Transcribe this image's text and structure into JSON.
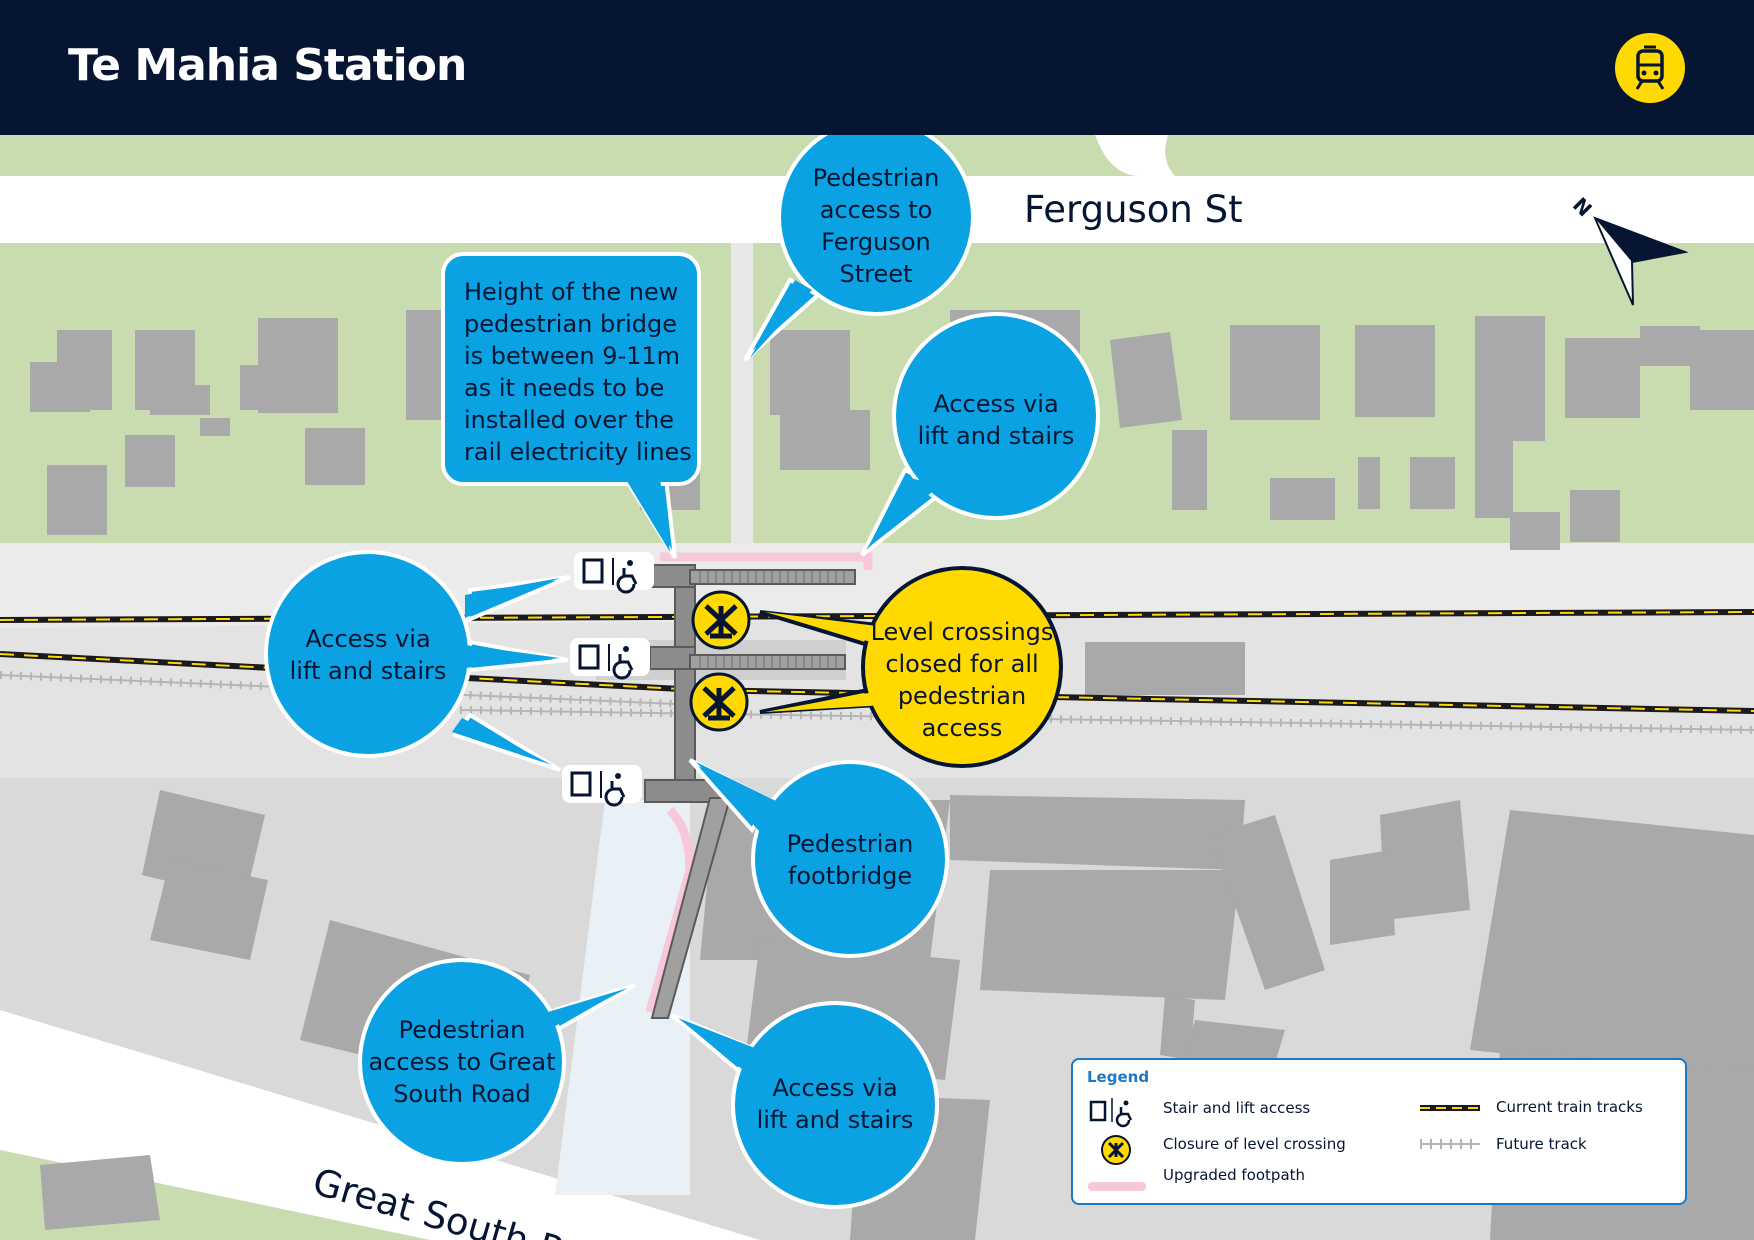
{
  "header": {
    "title": "Te Mahia Station",
    "icon": "train-icon"
  },
  "streets": {
    "north": "Ferguson St",
    "south": "Great South Road"
  },
  "callouts": {
    "ferguson_access": "Pedestrian access to Ferguson Street",
    "bridge_height": "Height of the new pedestrian bridge is between 9-11m as it needs to be installed over the rail electricity lines",
    "access_lift_stairs_north": "Access via lift and stairs",
    "access_lift_stairs_west": "Access via lift and stairs",
    "level_crossings": "Level crossings closed for all pedestrian access",
    "footbridge": "Pedestrian footbridge",
    "gsr_access": "Pedestrian access to Great South Road",
    "access_lift_stairs_south": "Access via lift and stairs"
  },
  "callout_lines": {
    "ferguson_access": [
      "Pedestrian",
      "access to",
      "Ferguson",
      "Street"
    ],
    "bridge_height": [
      "Height of the new",
      "pedestrian bridge",
      "is between 9-11m",
      "as it needs to be",
      "installed over the",
      "rail electricity lines"
    ],
    "access_lift_stairs_north": [
      "Access via",
      "lift and stairs"
    ],
    "access_lift_stairs_west": [
      "Access via",
      "lift and stairs"
    ],
    "level_crossings": [
      "Level crossings",
      "closed for all",
      "pedestrian",
      "access"
    ],
    "footbridge": [
      "Pedestrian",
      "footbridge"
    ],
    "gsr_access": [
      "Pedestrian",
      "access to Great",
      "South Road"
    ],
    "access_lift_stairs_south": [
      "Access via",
      "lift and stairs"
    ]
  },
  "legend": {
    "title": "Legend",
    "items": [
      {
        "label": "Stair and lift access",
        "icon": "stair-lift-icon"
      },
      {
        "label": "Closure of level crossing",
        "icon": "level-crossing-closed-icon"
      },
      {
        "label": "Upgraded footpath",
        "icon": "pink-line-icon"
      },
      {
        "label": "Current train tracks",
        "icon": "current-track-icon"
      },
      {
        "label": "Future track",
        "icon": "future-track-icon"
      }
    ]
  },
  "compass": {
    "label": "N"
  },
  "colors": {
    "navy": "#061632",
    "bubble_blue": "#0aa2e3",
    "yellow": "#ffd900",
    "green": "#c8dcb0",
    "building": "#a9a9a9",
    "footpath_pink": "#f7c7dc",
    "legend_border": "#1b78c4"
  }
}
